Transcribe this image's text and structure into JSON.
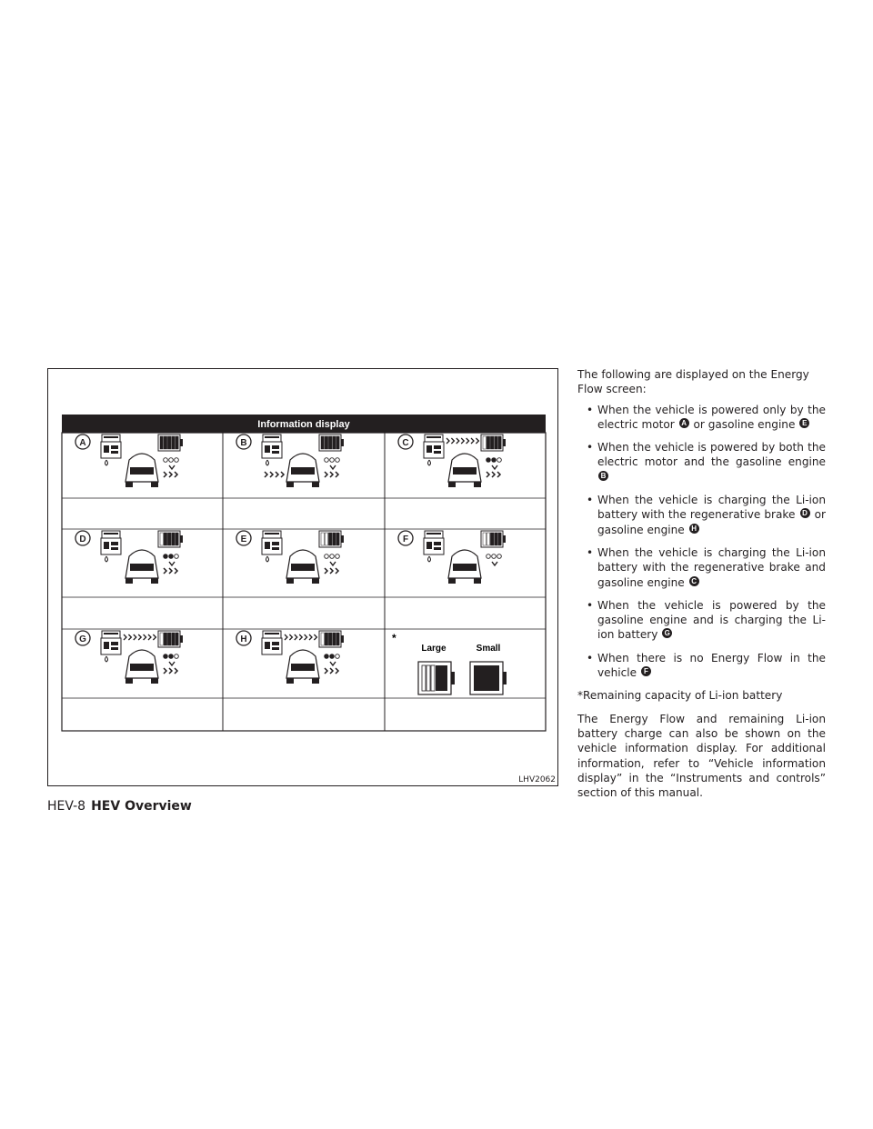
{
  "figure": {
    "title": "Information display",
    "code": "LHV2062",
    "panel_labels": [
      "A",
      "B",
      "C",
      "D",
      "E",
      "F",
      "G",
      "H"
    ],
    "asterisk": "*",
    "legend_large": "Large",
    "legend_small": "Small"
  },
  "text": {
    "intro": "The following are displayed on the Energy Flow screen:",
    "bullets": [
      {
        "pre": "When the vehicle is powered only by the electric motor",
        "r1": "A",
        "mid": "or gasoline engine",
        "r2": "E"
      },
      {
        "pre": "When the vehicle is powered by both the electric motor and the gasoline engine",
        "r1": "B",
        "mid": "",
        "r2": ""
      },
      {
        "pre": "When the vehicle is charging the Li-ion battery with the regenerative brake",
        "r1": "D",
        "mid": "or gasoline engine",
        "r2": "H"
      },
      {
        "pre": "When the vehicle is charging the Li-ion battery with the regenerative brake and gasoline engine",
        "r1": "C",
        "mid": "",
        "r2": ""
      },
      {
        "pre": "When the vehicle is powered by the gasoline engine and is charging the Li-ion battery",
        "r1": "G",
        "mid": "",
        "r2": ""
      },
      {
        "pre": "When there is no Energy Flow in the vehicle",
        "r1": "F",
        "mid": "",
        "r2": ""
      }
    ],
    "bullet_char": "•",
    "note": "*Remaining capacity of Li-ion battery",
    "paragraph": "The Energy Flow and remaining Li-ion battery charge can also be shown on the vehicle information display. For additional information, refer to “Vehicle information display” in the “Instruments and controls” section of this manual."
  },
  "footer": {
    "page": "HEV-8",
    "section": "HEV Overview"
  }
}
